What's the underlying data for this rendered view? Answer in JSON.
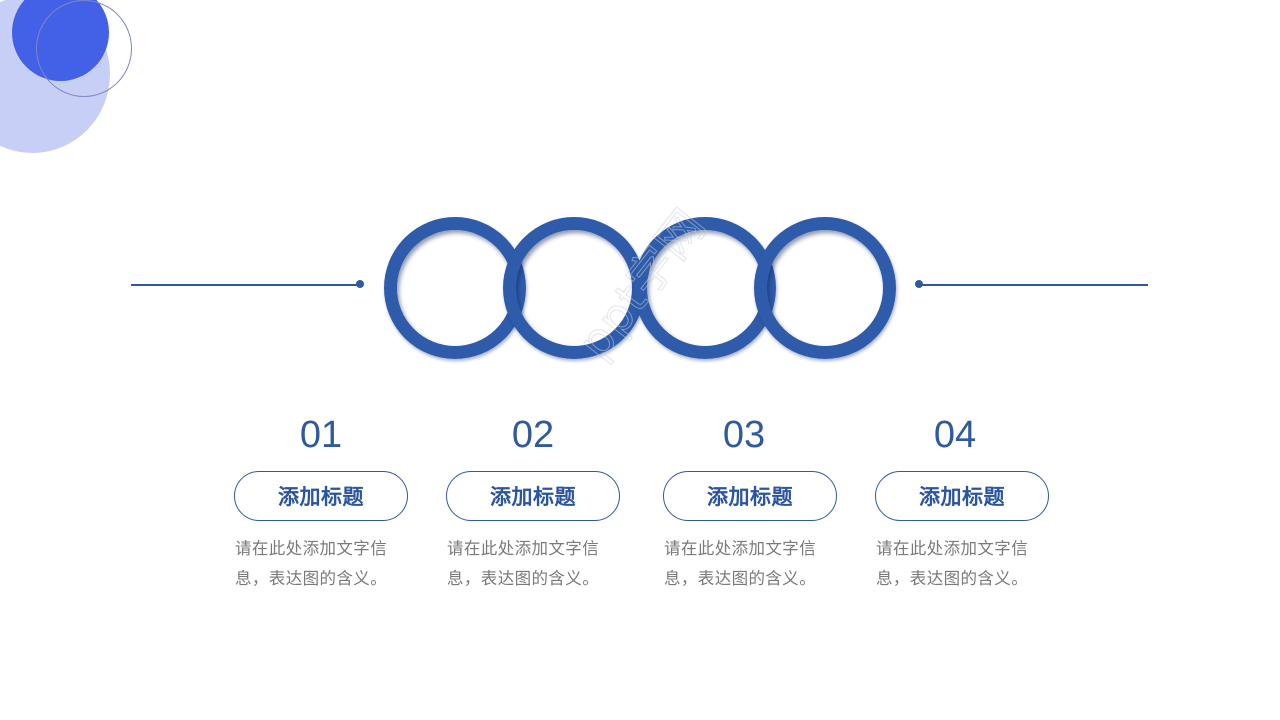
{
  "colors": {
    "primary": "#2e5cab",
    "accent_solid": "#4361e6",
    "accent_light": "#c7cff6",
    "text_gray": "#7a7a7a",
    "background": "#ffffff"
  },
  "watermark": "ppt字网",
  "items": [
    {
      "number": "01",
      "title": "添加标题",
      "desc_line1": "请在此处添加文字信",
      "desc_line2": "息，表达图的含义。"
    },
    {
      "number": "02",
      "title": "添加标题",
      "desc_line1": "请在此处添加文字信",
      "desc_line2": "息，表达图的含义。"
    },
    {
      "number": "03",
      "title": "添加标题",
      "desc_line1": "请在此处添加文字信",
      "desc_line2": "息，表达图的含义。"
    },
    {
      "number": "04",
      "title": "添加标题",
      "desc_line1": "请在此处添加文字信",
      "desc_line2": "息，表达图的含义。"
    }
  ]
}
